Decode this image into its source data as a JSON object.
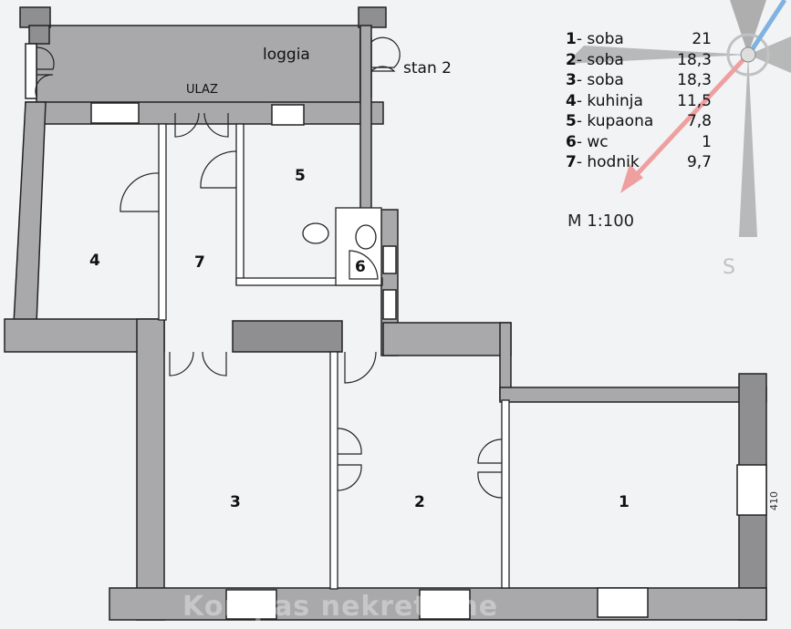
{
  "plan": {
    "loggia_label": "loggia",
    "entrance_label": "ULAZ",
    "neighbor_label": "stan 2",
    "rooms": [
      "1",
      "2",
      "3",
      "4",
      "5",
      "6",
      "7"
    ],
    "dimension": "410",
    "watermark": "Kompas nekretnine"
  },
  "legend": [
    {
      "num": "1",
      "name": " - soba",
      "area": "21"
    },
    {
      "num": "2",
      "name": " - soba",
      "area": "18,3"
    },
    {
      "num": "3",
      "name": " - soba",
      "area": "18,3"
    },
    {
      "num": "4",
      "name": " - kuhinja",
      "area": "11,5"
    },
    {
      "num": "5",
      "name": " - kupaona",
      "area": "7,8"
    },
    {
      "num": "6",
      "name": " - wc",
      "area": "1"
    },
    {
      "num": "7",
      "name": " - hodnik",
      "area": "9,7"
    }
  ],
  "scale": "M 1:100",
  "colors": {
    "wall": "#a9a9ab",
    "compass_north": "#5b9bd5",
    "compass_south": "#e98a8a"
  }
}
